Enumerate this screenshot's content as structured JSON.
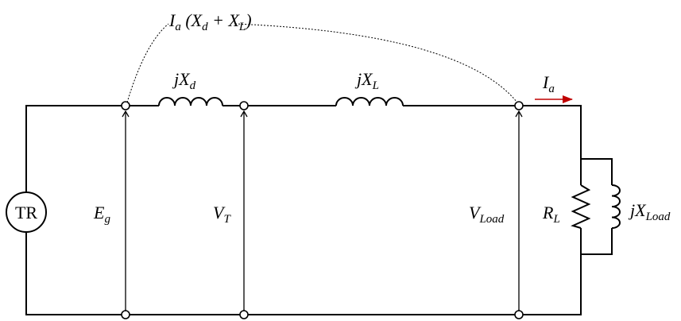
{
  "diagram": {
    "source_label": "TR",
    "arc_label": {
      "main": "I",
      "sub": "a",
      "paren_open": " (X",
      "d_sub": "d",
      "plus": " + X",
      "l_sub": "L",
      "paren_close": ")"
    },
    "inductor_xd": {
      "main": "jX",
      "sub": "d"
    },
    "inductor_xl": {
      "main": "jX",
      "sub": "L"
    },
    "current": {
      "main": "I",
      "sub": "a",
      "color": "#c00000"
    },
    "eg": {
      "main": "E",
      "sub": "g"
    },
    "vt": {
      "main": "V",
      "sub": "T"
    },
    "vload": {
      "main": "V",
      "sub": "Load"
    },
    "rl": {
      "main": "R",
      "sub": "L"
    },
    "xload": {
      "main": "jX",
      "sub": "Load"
    }
  }
}
